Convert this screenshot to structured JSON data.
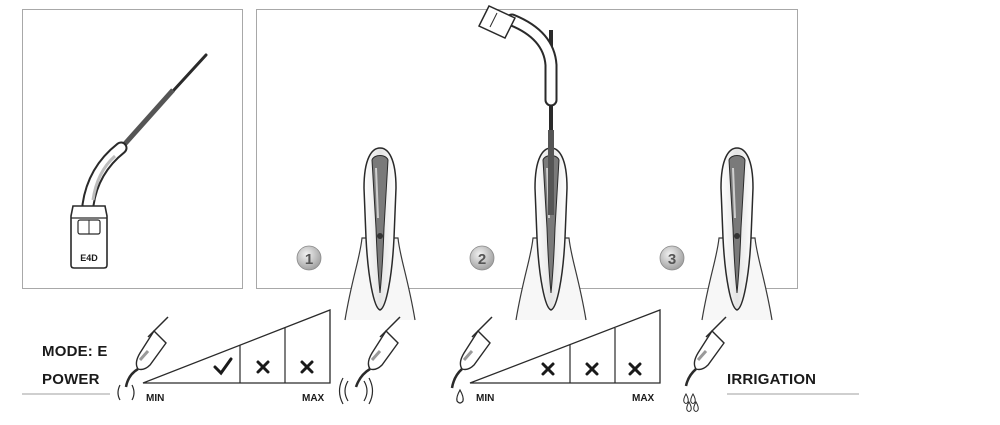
{
  "tip": {
    "model": "E4D"
  },
  "steps": [
    {
      "number": "1"
    },
    {
      "number": "2"
    },
    {
      "number": "3"
    }
  ],
  "settings": {
    "mode_label": "MODE: E",
    "power": {
      "label": "POWER",
      "min_label": "MIN",
      "max_label": "MAX",
      "levels": [
        "check",
        "cross",
        "cross"
      ]
    },
    "irrigation": {
      "label": "IRRIGATION",
      "min_label": "MIN",
      "max_label": "MAX",
      "levels": [
        "cross",
        "cross",
        "cross"
      ]
    }
  }
}
